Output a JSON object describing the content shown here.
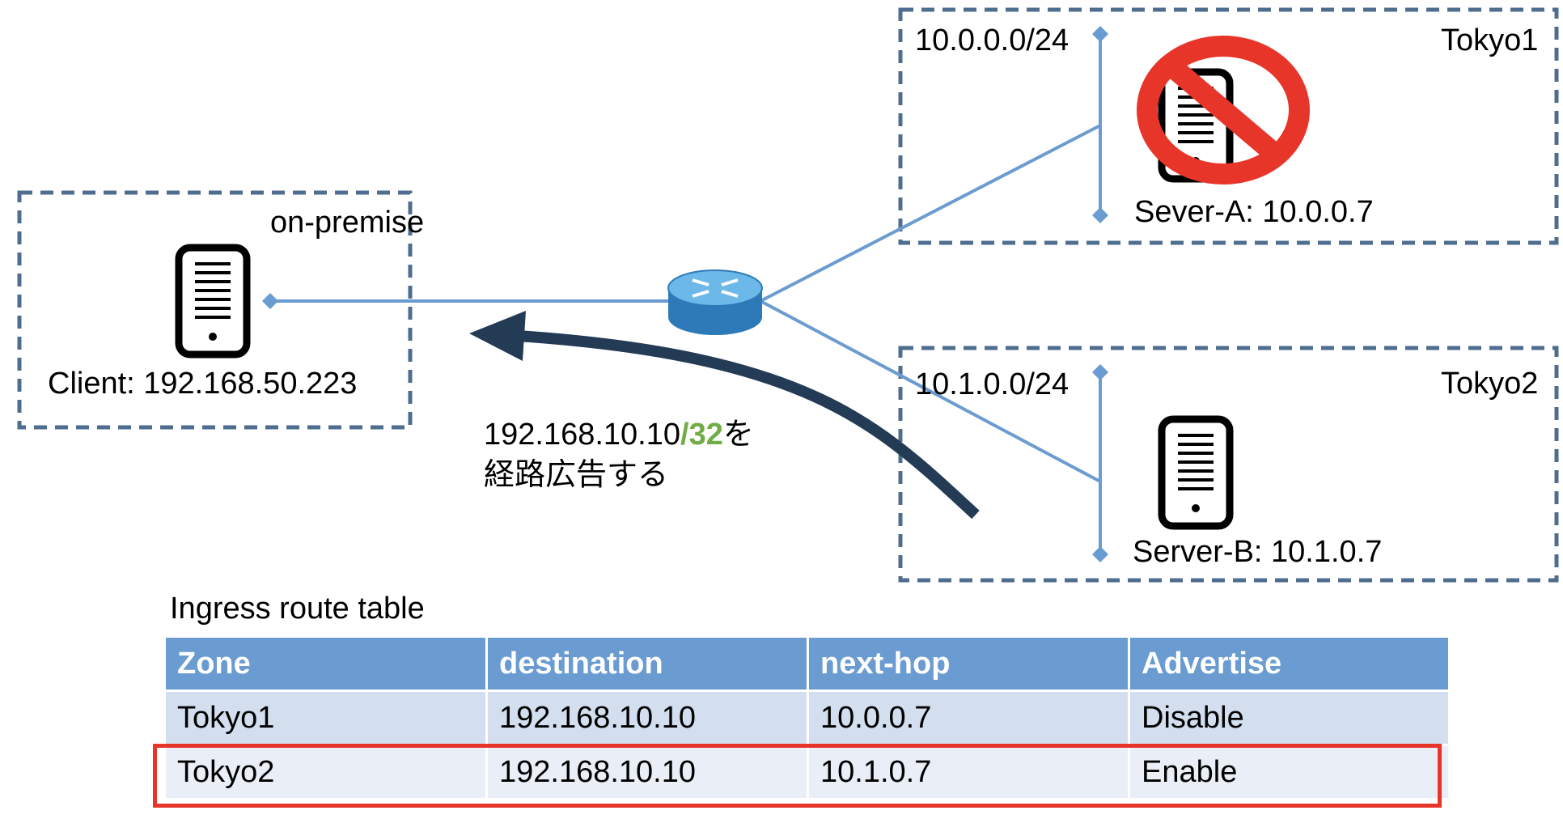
{
  "zones": {
    "onprem": {
      "label": "on-premise"
    },
    "tokyo1": {
      "label": "Tokyo1",
      "subnet": "10.0.0.0/24"
    },
    "tokyo2": {
      "label": "Tokyo2",
      "subnet": "10.1.0.0/24"
    }
  },
  "hosts": {
    "client": {
      "label": "Client: 192.168.50.223",
      "icon": "server-icon"
    },
    "server_a": {
      "label": "Sever-A: 10.0.0.7",
      "icon": "server-icon",
      "status": "prohibited"
    },
    "server_b": {
      "label": "Server-B: 10.1.0.7",
      "icon": "server-icon"
    }
  },
  "router": {
    "icon": "router-icon"
  },
  "advertisement": {
    "prefix": "192.168.10.10",
    "mask": "/32",
    "suffix": "を",
    "line2": "経路広告する"
  },
  "route_table": {
    "caption": "Ingress route table",
    "headers": [
      "Zone",
      "destination",
      "next-hop",
      "Advertise"
    ],
    "rows": [
      [
        "Tokyo1",
        "192.168.10.10",
        "10.0.0.7",
        "Disable"
      ],
      [
        "Tokyo2",
        "192.168.10.10",
        "10.1.0.7",
        "Enable"
      ]
    ],
    "highlighted_row": 1
  },
  "colors": {
    "link": "#6a9bd1",
    "zone_border": "#4f6d8f",
    "arrow": "#243b55",
    "prohibit": "#e8352a",
    "router_top": "#6cb8e8",
    "router_side": "#2e7ab8",
    "header_bg": "#6a9bd1",
    "row1_bg": "#d3deef",
    "row2_bg": "#e9eef7",
    "mask_highlight": "#70ad47"
  }
}
